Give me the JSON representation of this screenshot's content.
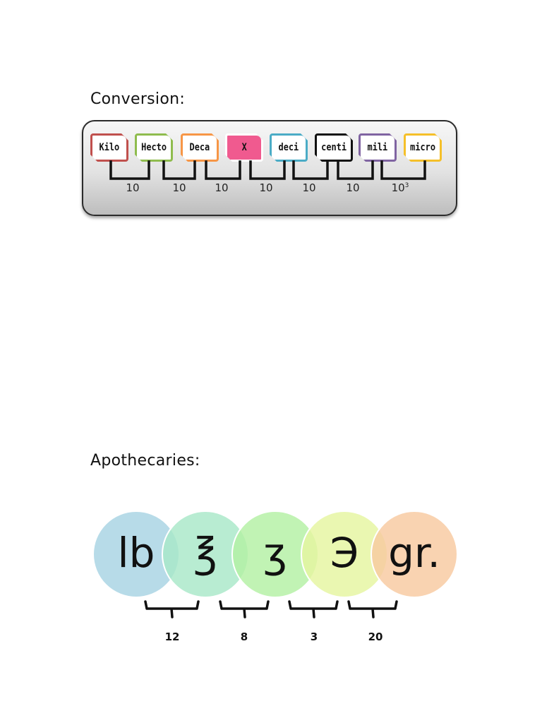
{
  "conversion": {
    "title": "Conversion:",
    "units": [
      {
        "label": "Kilo",
        "color": "#c0504d"
      },
      {
        "label": "Hecto",
        "color": "#8fbc4e"
      },
      {
        "label": "Deca",
        "color": "#f79646"
      },
      {
        "label": "X",
        "color": "#f05a8f"
      },
      {
        "label": "deci",
        "color": "#4bacc6"
      },
      {
        "label": "centi",
        "color": "#111111"
      },
      {
        "label": "mili",
        "color": "#8064a2"
      },
      {
        "label": "micro",
        "color": "#f5c02a"
      }
    ],
    "factors": [
      {
        "base": "10",
        "exp": ""
      },
      {
        "base": "10",
        "exp": ""
      },
      {
        "base": "10",
        "exp": ""
      },
      {
        "base": "10",
        "exp": ""
      },
      {
        "base": "10",
        "exp": ""
      },
      {
        "base": "10",
        "exp": ""
      },
      {
        "base": "10",
        "exp": "3"
      }
    ]
  },
  "apothecaries": {
    "title": "Apothecaries:",
    "units": [
      {
        "symbol": "lb",
        "color": "#a7d3e3"
      },
      {
        "symbol": "℥",
        "color": "#a8e8c8"
      },
      {
        "symbol": "ʒ",
        "color": "#b3f0a3"
      },
      {
        "symbol": "Э",
        "color": "#e5f5a0"
      },
      {
        "symbol": "gr.",
        "color": "#f8c9a0"
      }
    ],
    "factors": [
      "12",
      "8",
      "3",
      "20"
    ]
  }
}
